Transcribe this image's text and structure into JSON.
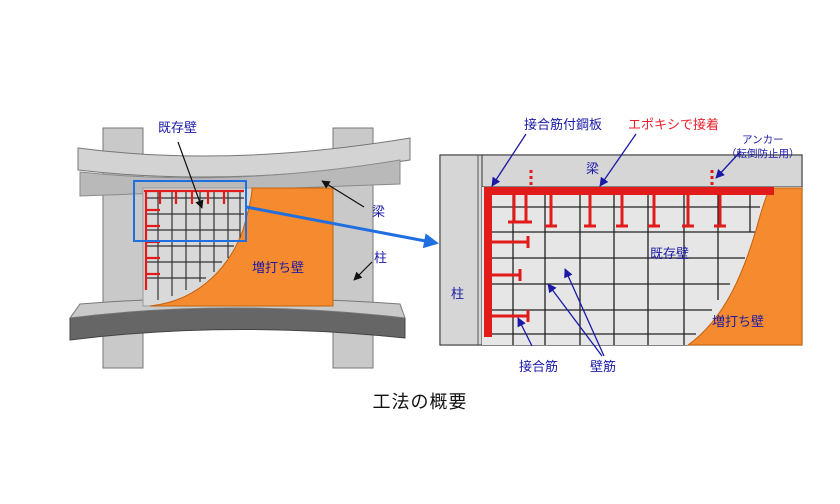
{
  "left_diagram": {
    "existing_wall": "既存壁",
    "beam": "梁",
    "column": "柱",
    "added_wall": "増打ち壁"
  },
  "right_diagram": {
    "joint_steel_plate": "接合筋付鋼板",
    "epoxy_bond": "エポキシで接着",
    "anchor": "アンカー",
    "anchor_note": "（転倒防止用）",
    "beam": "梁",
    "column": "柱",
    "existing_wall": "既存壁",
    "added_wall": "増打ち壁",
    "joint_rebar": "接合筋",
    "wall_rebar": "壁筋"
  },
  "caption": "工法の概要",
  "colors": {
    "concrete": "#c9c9c9",
    "concrete_dark": "#8a8a8a",
    "added_wall": "#f58a2e",
    "rebar": "#e31a1a",
    "label_blue": "#1a1aa6",
    "label_red": "#e8202a",
    "arrow_blue": "#1f6fe0"
  }
}
